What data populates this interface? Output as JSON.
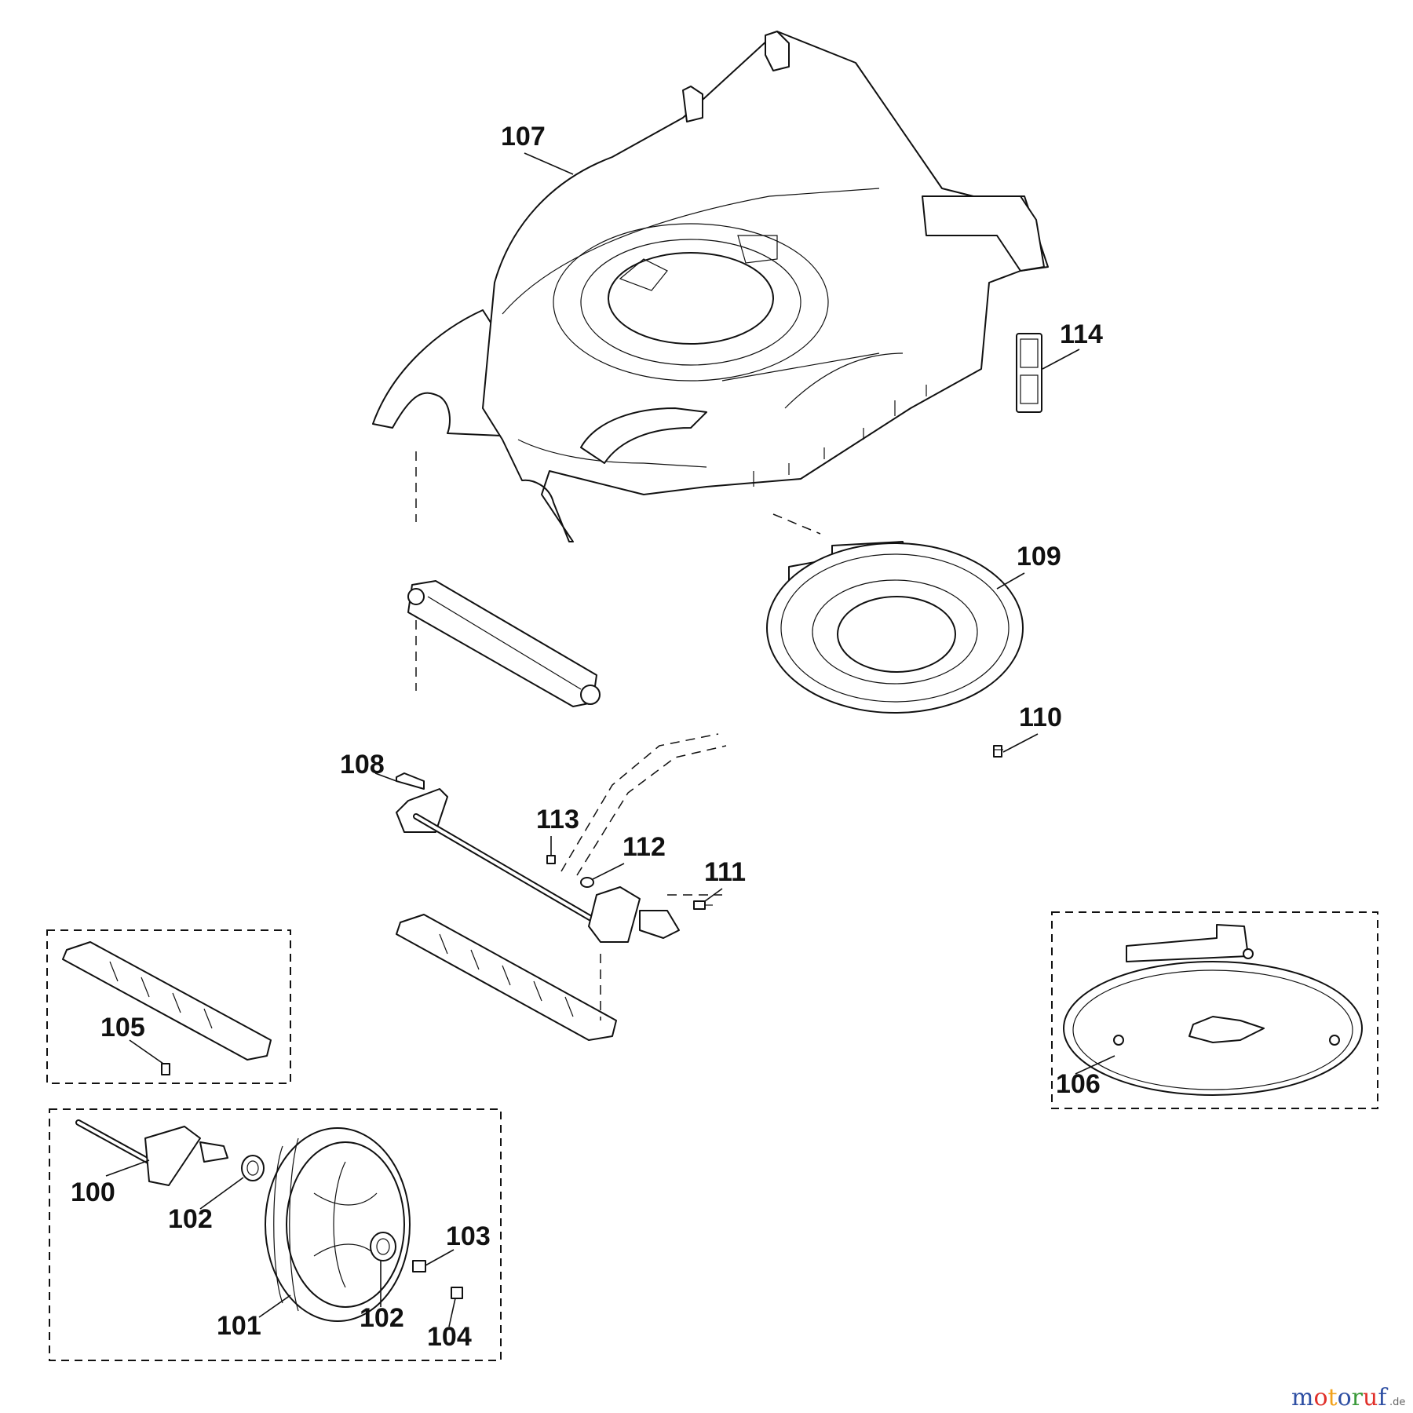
{
  "labels": {
    "p100": "100",
    "p101": "101",
    "p102a": "102",
    "p102b": "102",
    "p103": "103",
    "p104": "104",
    "p105": "105",
    "p106": "106",
    "p107": "107",
    "p108": "108",
    "p109": "109",
    "p110": "110",
    "p111": "111",
    "p112": "112",
    "p113": "113",
    "p114": "114"
  },
  "watermark": {
    "letters": [
      "m",
      "o",
      "t",
      "o",
      "r",
      "u",
      "f"
    ],
    "colors": [
      "#2e4fa3",
      "#e0302a",
      "#f2a21b",
      "#2e4fa3",
      "#3a9a3a",
      "#e0302a",
      "#2e4fa3"
    ],
    "suffix": ".de"
  }
}
